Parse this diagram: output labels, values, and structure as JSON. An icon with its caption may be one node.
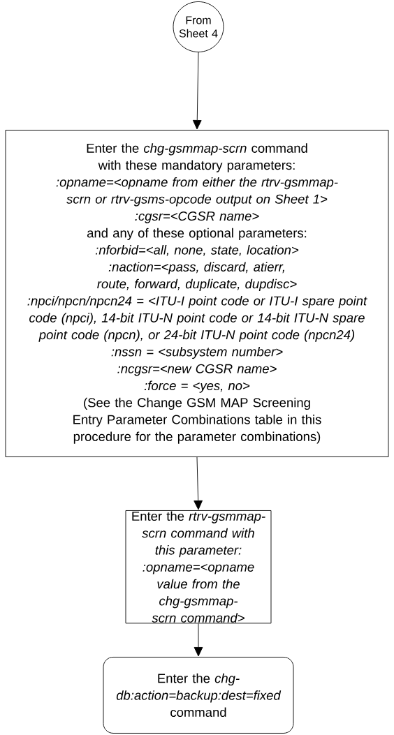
{
  "diagram": {
    "nodes": [
      {
        "text": [
          "From Sheet 4"
        ]
      },
      {
        "text": [
          "Enter the *chg-gsmmap-scrn* command with these mandatory parameters:",
          ":opname=<opname from either the rtrv-gsmmap-scrn or rtrv-gsms-opcode output on Sheet 1>",
          ":cgsr=<CGSR name>",
          "and any of these optional parameters:",
          ":nforbid=<all, none, state, location>",
          ":naction=<pass, discard, atierr, route, forward, duplicate, dupdisc>",
          ":npci/npcn/npcn24 = <ITU-I point code or ITU-I spare point code (npci), 14-bit ITU-N point code or 14-bit ITU-N spare point code (npcn), or 24-bit ITU-N point code (npcn24)",
          ":nssn = <subsystem number>",
          ":ncgsr=<new CGSR name>",
          ":force = <yes, no>",
          "(See the Change GSM MAP Screening Entry Parameter Combinations table in this procedure for the parameter combinations)"
        ]
      },
      {
        "text": [
          "Enter the *rtrv-gsmmap-scrn command with this parameter:*",
          ":opname=<opname value from the chg-gsmmap-scrn command>"
        ]
      },
      {
        "text": [
          "Enter the *chg-db:action=backup:dest=fixed* command"
        ]
      }
    ],
    "edges": [
      {
        "from": 0,
        "to": 1,
        "arrow": "to"
      },
      {
        "from": 1,
        "to": 2,
        "arrow": "to"
      },
      {
        "from": 2,
        "to": 3,
        "arrow": "to"
      }
    ]
  }
}
